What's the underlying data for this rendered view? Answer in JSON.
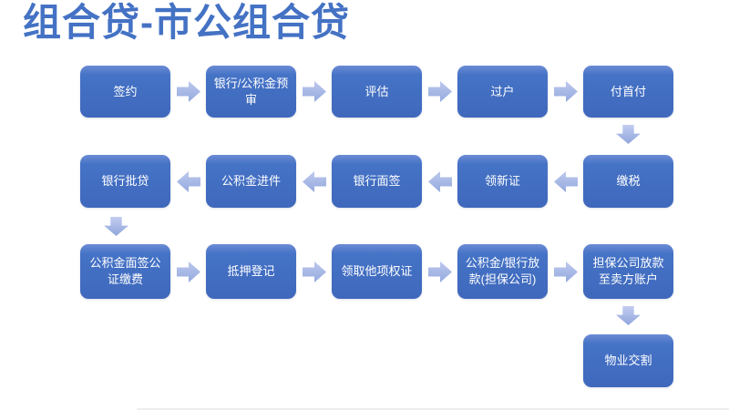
{
  "slide": {
    "title": "组合贷-市公组合贷"
  },
  "colors": {
    "title_text": "#4472C4",
    "node_fill_top": "#6C8BD5",
    "node_fill_bottom": "#3F68BC",
    "node_text": "#FFFFFF",
    "arrow_fill_top": "#BDC9EE",
    "arrow_fill_bottom": "#94A9DE",
    "background": "#FFFFFF"
  },
  "flow": {
    "row1": {
      "flow_direction": "left-to-right",
      "nodes": [
        "签约",
        "银行/公积金预\n审",
        "评估",
        "过户",
        "付首付"
      ]
    },
    "row2": {
      "flow_direction": "right-to-left",
      "nodes": [
        "银行批贷",
        "公积金进件",
        "银行面签",
        "领新证",
        "缴税"
      ]
    },
    "row3": {
      "flow_direction": "left-to-right",
      "nodes": [
        "公积金面签公\n证缴费",
        "抵押登记",
        "领取他项权证",
        "公积金/银行放\n款(担保公司)",
        "担保公司放款\n至卖方账户"
      ]
    },
    "row4": {
      "nodes": [
        "物业交割"
      ]
    },
    "down_connectors": [
      "付首付 → 缴税",
      "银行批贷 → 公积金面签公证缴费",
      "担保公司放款至卖方账户 → 物业交割"
    ]
  }
}
